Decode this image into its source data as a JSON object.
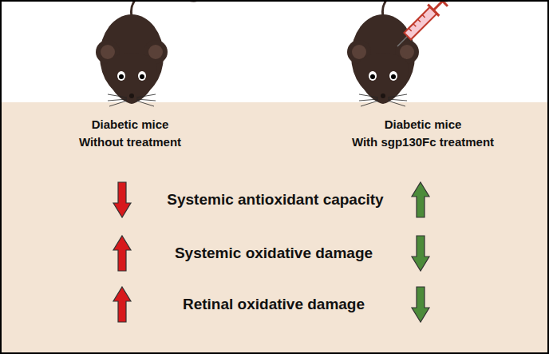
{
  "diagram": {
    "labels": [
      "Diabetic mice",
      "Without treatment",
      "Diabetic mice",
      "With sgp130Fc treatment",
      "Systemic antioxidant capacity",
      "Systemic oxidative damage",
      "Retinal oxidative damage"
    ]
  }
}
